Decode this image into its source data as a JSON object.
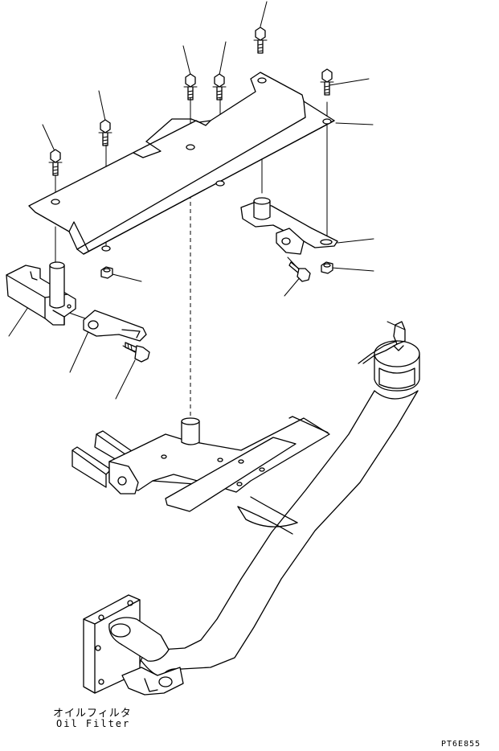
{
  "caption": {
    "japanese": "オイルフィルタ",
    "english": "Oil Filter"
  },
  "drawing_code": "PT6E855"
}
